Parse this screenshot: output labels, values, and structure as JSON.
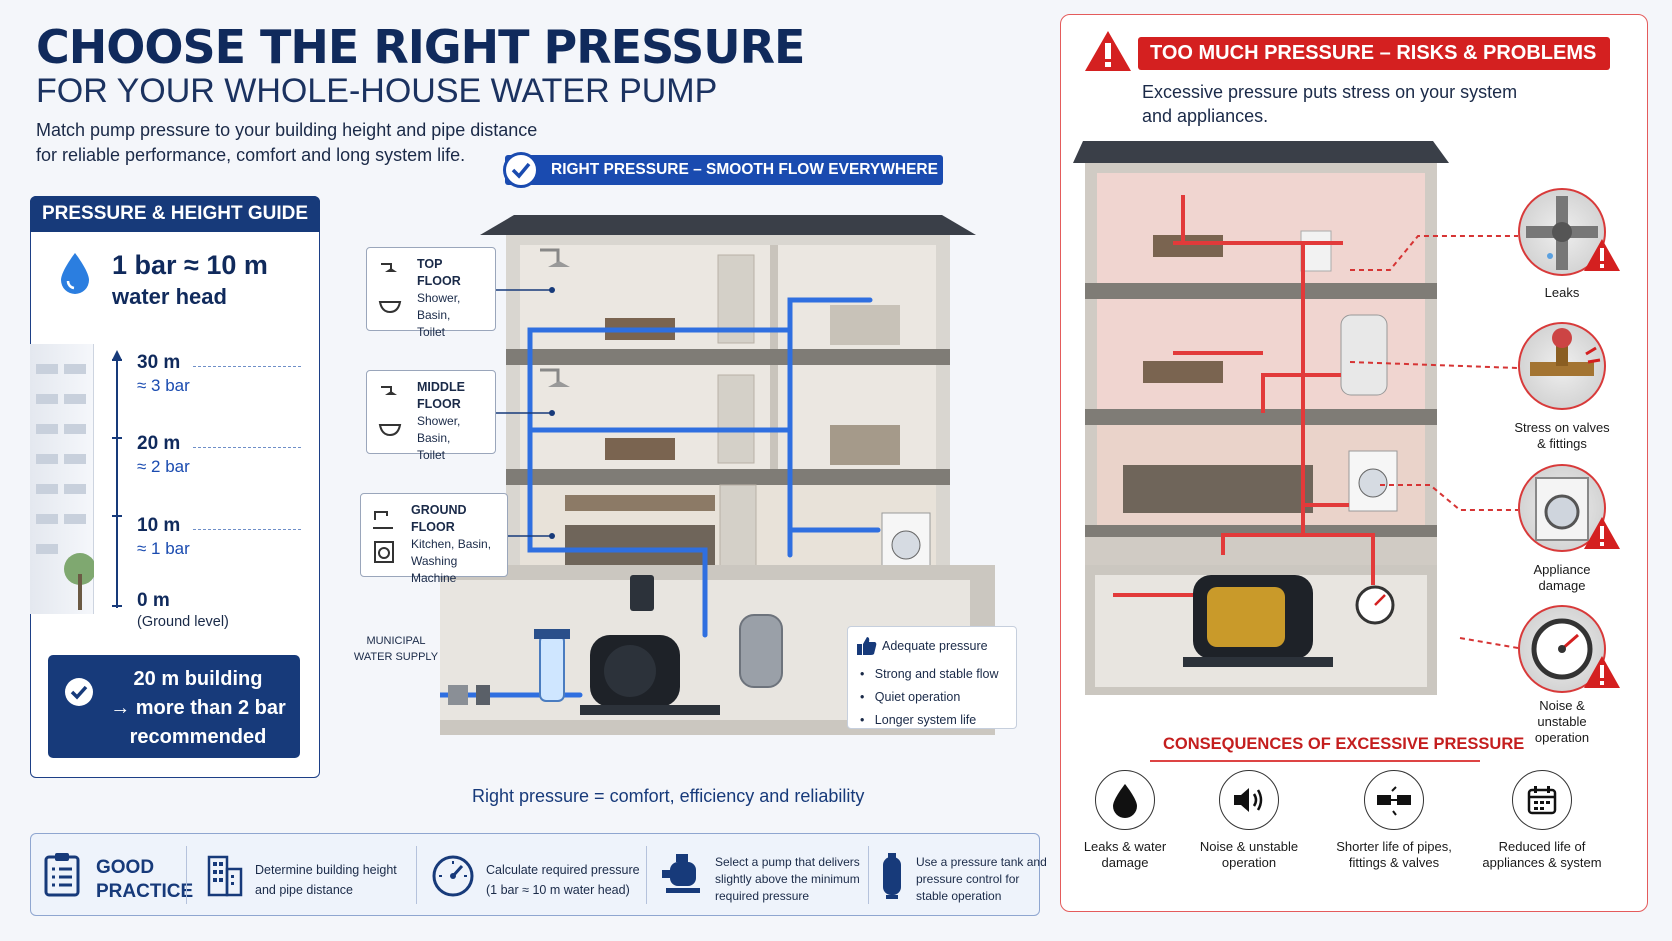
{
  "header": {
    "title": "CHOOSE THE RIGHT PRESSURE",
    "subtitle": "FOR YOUR WHOLE-HOUSE WATER PUMP",
    "description": "Match pump pressure to your building height and pipe distance for reliable performance, comfort and long system life."
  },
  "right_pressure_badge": "RIGHT PRESSURE – SMOOTH FLOW EVERYWHERE",
  "guide": {
    "title": "PRESSURE & HEIGHT GUIDE",
    "rule_line1": "1 bar ≈ 10 m",
    "rule_line2": "water head",
    "levels": [
      {
        "height": "30 m",
        "pressure": "≈ 3 bar"
      },
      {
        "height": "20 m",
        "pressure": "≈ 2 bar"
      },
      {
        "height": "10 m",
        "pressure": "≈ 1 bar"
      },
      {
        "height": "0 m",
        "pressure": "(Ground level)"
      }
    ],
    "recommendation": [
      "20 m building",
      "→ more than 2 bar",
      "recommended"
    ]
  },
  "floors": [
    {
      "title": "TOP FLOOR",
      "fixtures": [
        "Shower, Basin,",
        "Toilet"
      ]
    },
    {
      "title": "MIDDLE FLOOR",
      "fixtures": [
        "Shower, Basin,",
        "Toilet"
      ]
    },
    {
      "title": "GROUND FLOOR",
      "fixtures": [
        "Kitchen, Basin,",
        "Washing Machine"
      ]
    }
  ],
  "municipal_supply": [
    "MUNICIPAL",
    "WATER SUPPLY"
  ],
  "adequate": {
    "title": "Adequate pressure",
    "points": [
      "Strong and stable flow",
      "Quiet operation",
      "Longer system life"
    ]
  },
  "tagline": "Right pressure = comfort, efficiency and reliability",
  "good_practice": {
    "title": [
      "GOOD",
      "PRACTICE"
    ],
    "items": [
      {
        "icon": "building-icon",
        "lines": [
          "Determine building height",
          "and pipe distance"
        ]
      },
      {
        "icon": "gauge-icon",
        "lines": [
          "Calculate required pressure",
          "(1 bar ≈ 10 m water head)"
        ]
      },
      {
        "icon": "pump-icon",
        "lines": [
          "Select a pump that delivers",
          "slightly above the minimum",
          "required pressure"
        ]
      },
      {
        "icon": "tank-icon",
        "lines": [
          "Use a pressure tank and",
          "pressure control for",
          "stable operation"
        ]
      }
    ]
  },
  "risks": {
    "title": "TOO MUCH PRESSURE – RISKS & PROBLEMS",
    "description": "Excessive pressure puts stress on your system and appliances.",
    "problems": [
      {
        "label": [
          "Leaks"
        ]
      },
      {
        "label": [
          "Stress on valves",
          "& fittings"
        ]
      },
      {
        "label": [
          "Appliance",
          "damage"
        ]
      },
      {
        "label": [
          "Noise &",
          "unstable",
          "operation"
        ]
      }
    ],
    "consequences_title": "CONSEQUENCES OF EXCESSIVE PRESSURE",
    "consequences": [
      {
        "icon": "water-drop-icon",
        "label": [
          "Leaks & water",
          "damage"
        ]
      },
      {
        "icon": "speaker-icon",
        "label": [
          "Noise & unstable",
          "operation"
        ]
      },
      {
        "icon": "broken-pipe-icon",
        "label": [
          "Shorter life of pipes,",
          "fittings & valves"
        ]
      },
      {
        "icon": "calendar-icon",
        "label": [
          "Reduced life of",
          "appliances & system"
        ]
      }
    ]
  },
  "colors": {
    "navy": "#173a7a",
    "blue": "#1a4bb0",
    "pipe_blue": "#2f6fe0",
    "red": "#d42020"
  }
}
